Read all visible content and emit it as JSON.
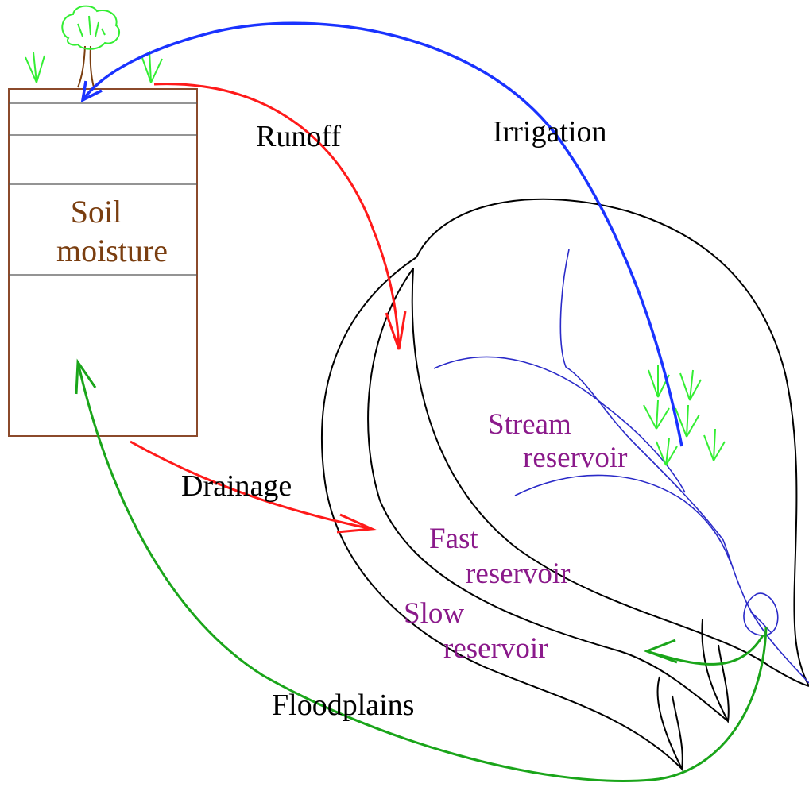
{
  "labels": {
    "runoff": "Runoff",
    "irrigation": "Irrigation",
    "drainage": "Drainage",
    "floodplains": "Floodplains",
    "soil_line1": "Soil",
    "soil_line2": "moisture",
    "stream_line1": "Stream",
    "stream_line2": "reservoir",
    "fast_line1": "Fast",
    "fast_line2": "reservoir",
    "slow_line1": "Slow",
    "slow_line2": "reservoir"
  },
  "colors": {
    "soil_box": "#8b4a2b",
    "soil_text": "#7a3e10",
    "reservoir_text": "#8b1a8b",
    "runoff_arrow": "#ff1a1a",
    "drainage_arrow": "#ff1a1a",
    "irrigation_arrow": "#1a33ff",
    "floodplain_arrow": "#1aa51a",
    "river": "#2a2ac8",
    "grass": "#33ee33",
    "basin_outline": "#000000"
  },
  "icons": {
    "tree": "tree-icon",
    "grass": "grass-icon"
  }
}
